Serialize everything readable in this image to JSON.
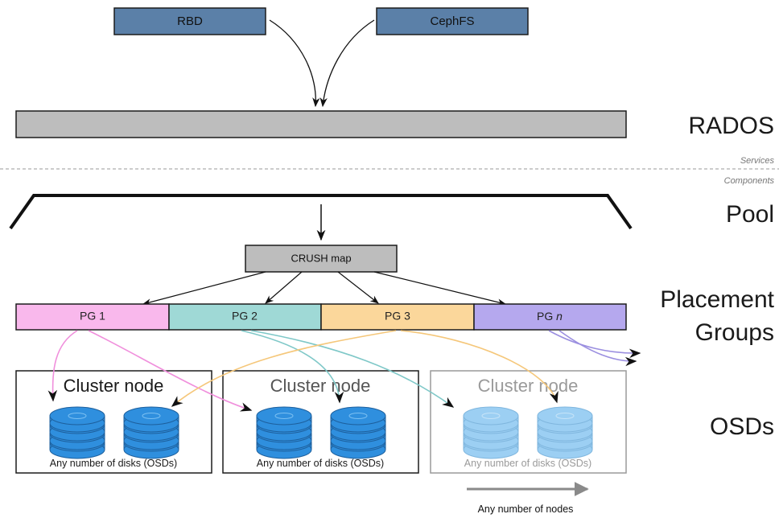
{
  "services": [
    {
      "label": "RBD"
    },
    {
      "label": "CephFS"
    }
  ],
  "layers": {
    "rados": "RADOS",
    "pool": "Pool",
    "placement_groups_line1": "Placement",
    "placement_groups_line2": "Groups",
    "osds": "OSDs"
  },
  "divider": {
    "above": "Services",
    "below": "Components"
  },
  "crush_map": "CRUSH map",
  "placement_groups": [
    {
      "label": "PG 1",
      "italic_suffix": "",
      "color": "#f9b8ec"
    },
    {
      "label": "PG 2",
      "italic_suffix": "",
      "color": "#9fd9d6"
    },
    {
      "label": "PG 3",
      "italic_suffix": "",
      "color": "#fbd79b"
    },
    {
      "label": "PG ",
      "italic_suffix": "n",
      "color": "#b5a8ee"
    }
  ],
  "cluster_nodes": [
    {
      "title": "Cluster node",
      "caption": "Any number of disks (OSDs)",
      "faded": false
    },
    {
      "title": "Cluster node",
      "caption": "Any number of disks (OSDs)",
      "faded": false
    },
    {
      "title": "Cluster node",
      "caption": "Any number of disks (OSDs)",
      "faded": true
    }
  ],
  "more_nodes_caption": "Any number of nodes",
  "colors": {
    "service_box": "#5b80a8",
    "rados_bar": "#bdbdbd",
    "disk": "#2f8fde",
    "disk_faded": "#9ccff3",
    "arrow_pg1": "#f08fdc",
    "arrow_pg2": "#7fc8c8",
    "arrow_pg3": "#f5c77a",
    "arrow_pgn": "#9b8fe0"
  }
}
